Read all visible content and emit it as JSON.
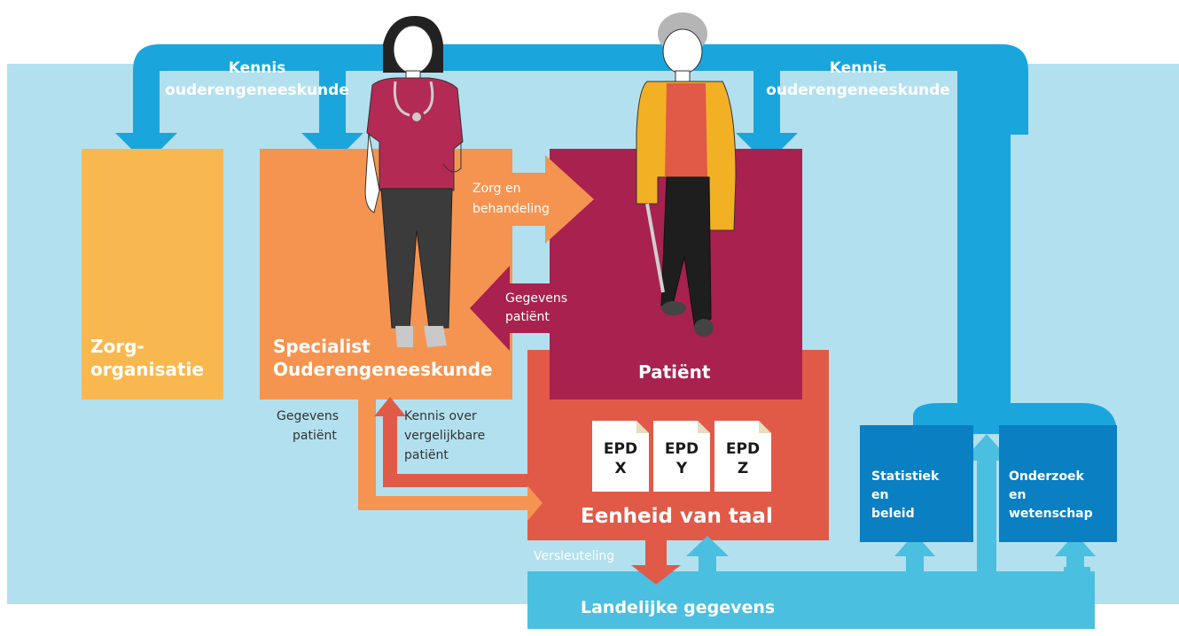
{
  "labels": {
    "kennis_left_1": "Kennis",
    "kennis_left_2": "ouderengeneeskunde",
    "kennis_right_1": "Kennis",
    "kennis_right_2": "ouderengeneeskunde",
    "zorg_org_1": "Zorg-",
    "zorg_org_2": "organisatie",
    "specialist_1": "Specialist",
    "specialist_2": "Ouderengeneeskunde",
    "zorg_beh_1": "Zorg en",
    "zorg_beh_2": "behandeling",
    "geg_pat_right_1": "Gegevens",
    "geg_pat_right_2": "patiënt",
    "patient": "Patiënt",
    "geg_pat_left_1": "Gegevens",
    "geg_pat_left_2": "patiënt",
    "kennis_over_1": "Kennis over",
    "kennis_over_2": "vergelijkbare",
    "kennis_over_3": "patiënt",
    "eenheid": "Eenheid van taal",
    "versleuteling": "Versleuteling",
    "landelijke": "Landelijke gegevens",
    "stat_1": "Statistiek",
    "stat_2": "en",
    "stat_3": "beleid",
    "onderzoek_1": "Onderzoek",
    "onderzoek_2": "en",
    "onderzoek_3": "wetenschap"
  },
  "epd_docs": [
    {
      "line1": "EPD",
      "line2": "X"
    },
    {
      "line1": "EPD",
      "line2": "Y"
    },
    {
      "line1": "EPD",
      "line2": "Z"
    }
  ],
  "colors": {
    "background": "#b3e0ee",
    "blue_arrow": "#1aa6dd",
    "light_blue": "#4bbfe0",
    "dark_blue": "#0a7fc2",
    "zorg_org": "#f9b84f",
    "specialist": "#f59450",
    "patient": "#a8214f",
    "eenheid": "#e05a47",
    "skin": "#ffffff"
  }
}
